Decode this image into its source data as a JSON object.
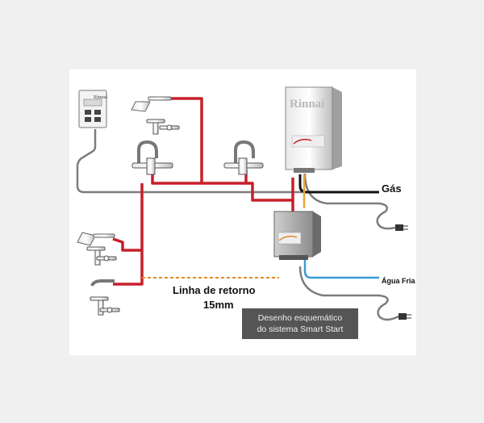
{
  "labels": {
    "gas": "Gás",
    "agua_fria": "Água Fria",
    "retorno_line1": "Linha de retorno",
    "retorno_line2": "15mm",
    "caption_line1": "Desenho esquemático",
    "caption_line2": "do sistema Smart Start"
  },
  "brand": {
    "heater": "Rinnai",
    "controller": "Rinnai"
  },
  "colors": {
    "hot_water": "#c6202b",
    "cold_water": "#3b9ad6",
    "gas": "#111111",
    "cable": "#7d7d7d",
    "return_line": "#e08a2a"
  },
  "icons": [
    "controller-icon",
    "shower-head-icon",
    "faucet-icon",
    "water-heater-icon",
    "smart-start-pump-icon",
    "electric-plug-icon"
  ]
}
